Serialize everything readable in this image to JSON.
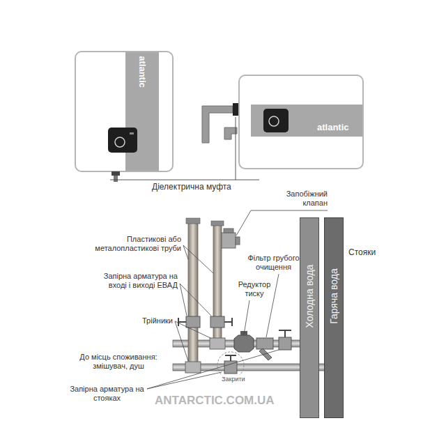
{
  "diagram": {
    "nodes": [
      {
        "text": [
          "Холодна вода"
        ]
      },
      {
        "text": [
          "Гаряча вода"
        ]
      }
    ],
    "labels": [
      "atlantic",
      "atlantic",
      "Діелектрична муфта",
      "Запобіжний клапан",
      "Стояки",
      "Пластикові або металопластикові труби",
      "Фільтр грубого очищення",
      "Запірна арматура на вході і виході ЕВАД",
      "Редуктор тиску",
      "Трійники",
      "До місць споживання: змішувач, душ",
      "Закрити",
      "Запірна арматура на стояках",
      "ANTARCTIC.COM.UA"
    ]
  }
}
